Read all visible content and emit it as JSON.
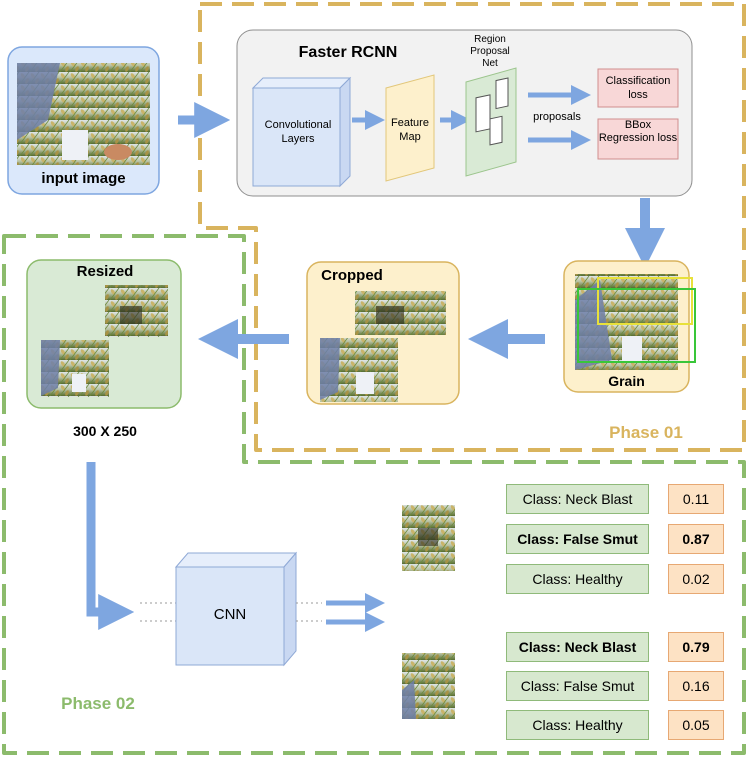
{
  "input": {
    "label": "input image"
  },
  "faster_rcnn": {
    "title": "Faster RCNN",
    "conv_layers": "Convolutional Layers",
    "feature_map": "Feature Map",
    "rpn": "Region Proposal Net",
    "proposals": "proposals",
    "classification_loss": "Classification loss",
    "bbox_loss": "BBox Regression loss"
  },
  "grain": {
    "label": "Grain"
  },
  "cropped": {
    "label": "Cropped"
  },
  "resized": {
    "label": "Resized",
    "size": "300 X 250"
  },
  "phase1": {
    "label": "Phase 01"
  },
  "phase2": {
    "label": "Phase 02"
  },
  "cnn": {
    "label": "CNN"
  },
  "results": [
    {
      "rows": [
        {
          "class": "Class: Neck Blast",
          "score": "0.11",
          "top": false
        },
        {
          "class": "Class: False Smut",
          "score": "0.87",
          "top": true
        },
        {
          "class": "Class: Healthy",
          "score": "0.02",
          "top": false
        }
      ]
    },
    {
      "rows": [
        {
          "class": "Class: Neck Blast",
          "score": "0.79",
          "top": true
        },
        {
          "class": "Class: False Smut",
          "score": "0.16",
          "top": false
        },
        {
          "class": "Class: Healthy",
          "score": "0.05",
          "top": false
        }
      ]
    }
  ],
  "colors": {
    "phase1_border": "#d9b45e",
    "phase2_border": "#8cbb6c",
    "arrow": "#7ea6e0"
  }
}
